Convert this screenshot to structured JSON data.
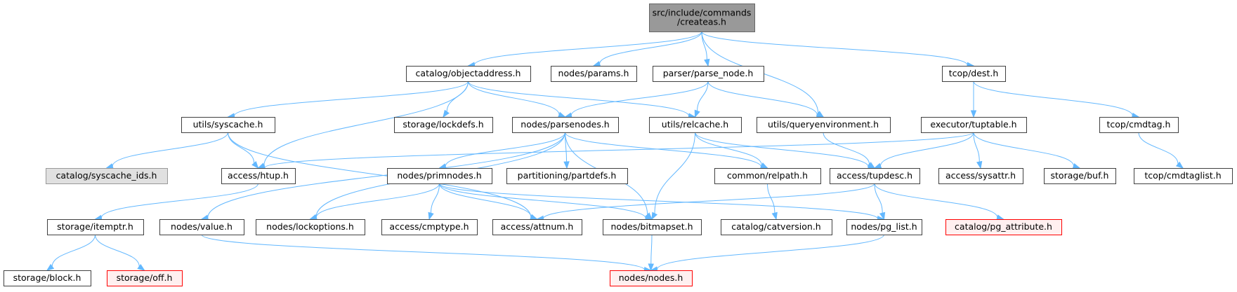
{
  "colors": {
    "edge": "#63b8ff",
    "node_fill": "#ffffff",
    "node_border": "#404040",
    "root_fill": "#999999",
    "root_border": "#666666",
    "grey_fill": "#e0e0e0",
    "grey_border": "#999999",
    "missing_fill": "#fff0f0",
    "missing_border": "#ff0000"
  },
  "nodes": [
    {
      "id": "createas",
      "lines": [
        "src/include/commands",
        "/createas.h"
      ],
      "style": "root"
    },
    {
      "id": "objectaddress",
      "lines": [
        "catalog/objectaddress.h"
      ],
      "style": "normal"
    },
    {
      "id": "params",
      "lines": [
        "nodes/params.h"
      ],
      "style": "normal"
    },
    {
      "id": "parse_node",
      "lines": [
        "parser/parse_node.h"
      ],
      "style": "normal"
    },
    {
      "id": "dest",
      "lines": [
        "tcop/dest.h"
      ],
      "style": "normal"
    },
    {
      "id": "syscache",
      "lines": [
        "utils/syscache.h"
      ],
      "style": "normal"
    },
    {
      "id": "lockdefs",
      "lines": [
        "storage/lockdefs.h"
      ],
      "style": "normal"
    },
    {
      "id": "parsenodes",
      "lines": [
        "nodes/parsenodes.h"
      ],
      "style": "normal"
    },
    {
      "id": "relcache",
      "lines": [
        "utils/relcache.h"
      ],
      "style": "normal"
    },
    {
      "id": "queryenvironment",
      "lines": [
        "utils/queryenvironment.h"
      ],
      "style": "normal"
    },
    {
      "id": "tuptable",
      "lines": [
        "executor/tuptable.h"
      ],
      "style": "normal"
    },
    {
      "id": "cmdtag",
      "lines": [
        "tcop/cmdtag.h"
      ],
      "style": "normal"
    },
    {
      "id": "syscache_ids",
      "lines": [
        "catalog/syscache_ids.h"
      ],
      "style": "grey"
    },
    {
      "id": "htup",
      "lines": [
        "access/htup.h"
      ],
      "style": "normal"
    },
    {
      "id": "primnodes",
      "lines": [
        "nodes/primnodes.h"
      ],
      "style": "normal"
    },
    {
      "id": "partdefs",
      "lines": [
        "partitioning/partdefs.h"
      ],
      "style": "normal"
    },
    {
      "id": "relpath",
      "lines": [
        "common/relpath.h"
      ],
      "style": "normal"
    },
    {
      "id": "tupdesc",
      "lines": [
        "access/tupdesc.h"
      ],
      "style": "normal"
    },
    {
      "id": "sysattr",
      "lines": [
        "access/sysattr.h"
      ],
      "style": "normal"
    },
    {
      "id": "buf",
      "lines": [
        "storage/buf.h"
      ],
      "style": "normal"
    },
    {
      "id": "cmdtaglist",
      "lines": [
        "tcop/cmdtaglist.h"
      ],
      "style": "normal"
    },
    {
      "id": "itemptr",
      "lines": [
        "storage/itemptr.h"
      ],
      "style": "normal"
    },
    {
      "id": "value",
      "lines": [
        "nodes/value.h"
      ],
      "style": "normal"
    },
    {
      "id": "lockoptions",
      "lines": [
        "nodes/lockoptions.h"
      ],
      "style": "normal"
    },
    {
      "id": "cmptype",
      "lines": [
        "access/cmptype.h"
      ],
      "style": "normal"
    },
    {
      "id": "attnum",
      "lines": [
        "access/attnum.h"
      ],
      "style": "normal"
    },
    {
      "id": "bitmapset",
      "lines": [
        "nodes/bitmapset.h"
      ],
      "style": "normal"
    },
    {
      "id": "catversion",
      "lines": [
        "catalog/catversion.h"
      ],
      "style": "normal"
    },
    {
      "id": "pg_list",
      "lines": [
        "nodes/pg_list.h"
      ],
      "style": "normal"
    },
    {
      "id": "pg_attribute",
      "lines": [
        "catalog/pg_attribute.h"
      ],
      "style": "missing"
    },
    {
      "id": "block",
      "lines": [
        "storage/block.h"
      ],
      "style": "normal"
    },
    {
      "id": "off",
      "lines": [
        "storage/off.h"
      ],
      "style": "missing"
    },
    {
      "id": "nodes_h",
      "lines": [
        "nodes/nodes.h"
      ],
      "style": "missing"
    }
  ],
  "edges": [
    [
      "createas",
      "objectaddress"
    ],
    [
      "createas",
      "params"
    ],
    [
      "createas",
      "parse_node"
    ],
    [
      "createas",
      "queryenvironment"
    ],
    [
      "createas",
      "dest"
    ],
    [
      "objectaddress",
      "syscache"
    ],
    [
      "objectaddress",
      "lockdefs"
    ],
    [
      "objectaddress",
      "parsenodes"
    ],
    [
      "objectaddress",
      "relcache"
    ],
    [
      "objectaddress",
      "htup"
    ],
    [
      "parse_node",
      "parsenodes"
    ],
    [
      "parse_node",
      "relcache"
    ],
    [
      "parse_node",
      "queryenvironment"
    ],
    [
      "dest",
      "tuptable"
    ],
    [
      "dest",
      "cmdtag"
    ],
    [
      "syscache",
      "syscache_ids"
    ],
    [
      "syscache",
      "htup"
    ],
    [
      "syscache",
      "attnum"
    ],
    [
      "parsenodes",
      "primnodes"
    ],
    [
      "parsenodes",
      "partdefs"
    ],
    [
      "parsenodes",
      "relpath"
    ],
    [
      "parsenodes",
      "value"
    ],
    [
      "parsenodes",
      "lockoptions"
    ],
    [
      "parsenodes",
      "bitmapset"
    ],
    [
      "relcache",
      "tupdesc"
    ],
    [
      "relcache",
      "relpath"
    ],
    [
      "relcache",
      "bitmapset"
    ],
    [
      "queryenvironment",
      "tupdesc"
    ],
    [
      "tuptable",
      "htup"
    ],
    [
      "tuptable",
      "tupdesc"
    ],
    [
      "tuptable",
      "sysattr"
    ],
    [
      "tuptable",
      "buf"
    ],
    [
      "cmdtag",
      "cmdtaglist"
    ],
    [
      "htup",
      "itemptr"
    ],
    [
      "primnodes",
      "lockoptions"
    ],
    [
      "primnodes",
      "cmptype"
    ],
    [
      "primnodes",
      "attnum"
    ],
    [
      "primnodes",
      "bitmapset"
    ],
    [
      "primnodes",
      "pg_list"
    ],
    [
      "relpath",
      "catversion"
    ],
    [
      "tupdesc",
      "attnum"
    ],
    [
      "tupdesc",
      "pg_list"
    ],
    [
      "tupdesc",
      "pg_attribute"
    ],
    [
      "itemptr",
      "block"
    ],
    [
      "itemptr",
      "off"
    ],
    [
      "value",
      "nodes_h"
    ],
    [
      "bitmapset",
      "nodes_h"
    ],
    [
      "pg_list",
      "nodes_h"
    ]
  ]
}
